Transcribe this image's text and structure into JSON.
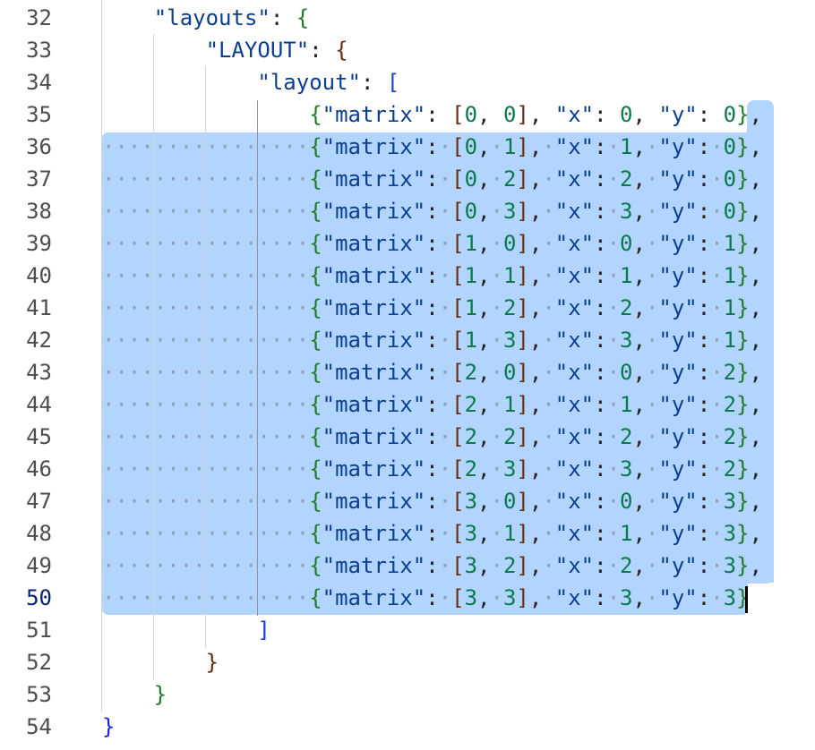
{
  "editor": {
    "colors": {
      "key": "#0b3e8f",
      "number": "#0a7a4d",
      "brace_outer": "#1a22e0",
      "brace_green": "#237a2a",
      "brace_brown": "#6b2a14",
      "bracket_blue": "#1a3fd8",
      "punct": "#222222",
      "selection": "#b1d5ff"
    },
    "active_line": 50,
    "lines": [
      {
        "num": "32",
        "text": "    \"layouts\": {"
      },
      {
        "num": "33",
        "text": "        \"LAYOUT\": {"
      },
      {
        "num": "34",
        "text": "            \"layout\": ["
      },
      {
        "num": "35",
        "text": "                {\"matrix\": [0, 0], \"x\": 0, \"y\": 0},"
      },
      {
        "num": "36",
        "text": "                {\"matrix\": [0, 1], \"x\": 1, \"y\": 0},"
      },
      {
        "num": "37",
        "text": "                {\"matrix\": [0, 2], \"x\": 2, \"y\": 0},"
      },
      {
        "num": "38",
        "text": "                {\"matrix\": [0, 3], \"x\": 3, \"y\": 0},"
      },
      {
        "num": "39",
        "text": "                {\"matrix\": [1, 0], \"x\": 0, \"y\": 1},"
      },
      {
        "num": "40",
        "text": "                {\"matrix\": [1, 1], \"x\": 1, \"y\": 1},"
      },
      {
        "num": "41",
        "text": "                {\"matrix\": [1, 2], \"x\": 2, \"y\": 1},"
      },
      {
        "num": "42",
        "text": "                {\"matrix\": [1, 3], \"x\": 3, \"y\": 1},"
      },
      {
        "num": "43",
        "text": "                {\"matrix\": [2, 0], \"x\": 0, \"y\": 2},"
      },
      {
        "num": "44",
        "text": "                {\"matrix\": [2, 1], \"x\": 1, \"y\": 2},"
      },
      {
        "num": "45",
        "text": "                {\"matrix\": [2, 2], \"x\": 2, \"y\": 2},"
      },
      {
        "num": "46",
        "text": "                {\"matrix\": [2, 3], \"x\": 3, \"y\": 2},"
      },
      {
        "num": "47",
        "text": "                {\"matrix\": [3, 0], \"x\": 0, \"y\": 3},"
      },
      {
        "num": "48",
        "text": "                {\"matrix\": [3, 1], \"x\": 1, \"y\": 3},"
      },
      {
        "num": "49",
        "text": "                {\"matrix\": [3, 2], \"x\": 2, \"y\": 3},"
      },
      {
        "num": "50",
        "text": "                {\"matrix\": [3, 3], \"x\": 3, \"y\": 3}"
      },
      {
        "num": "51",
        "text": "            ]"
      },
      {
        "num": "52",
        "text": "        }"
      },
      {
        "num": "53",
        "text": "    }"
      },
      {
        "num": "54",
        "text": "}"
      }
    ]
  }
}
